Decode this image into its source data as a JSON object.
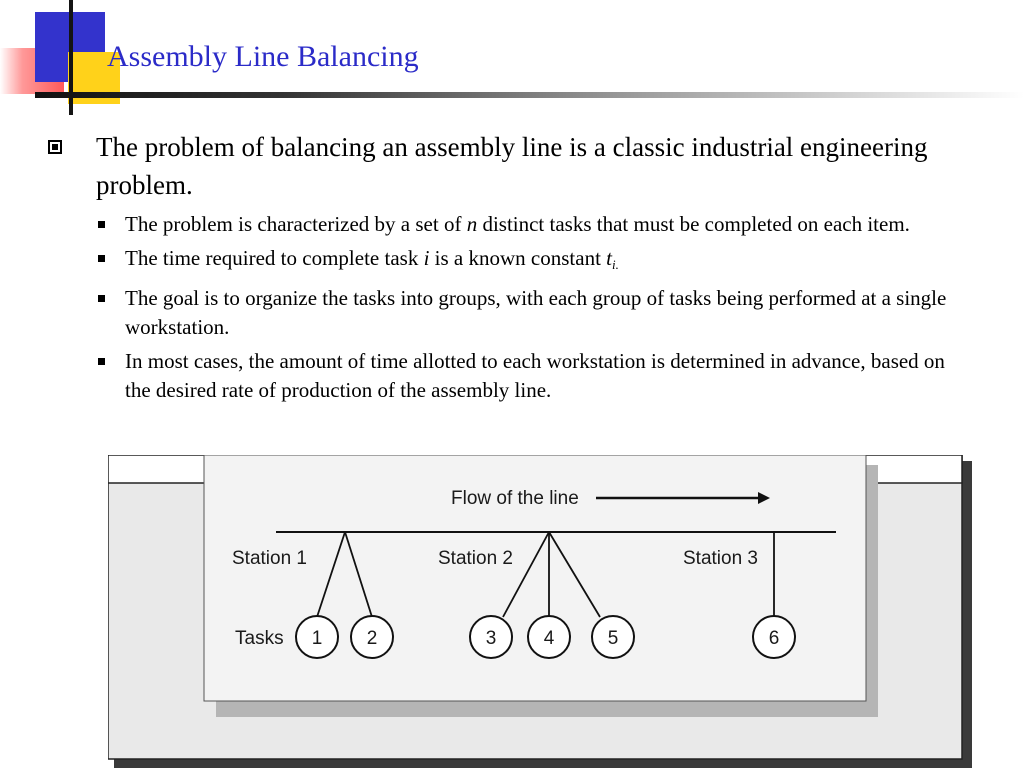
{
  "slide": {
    "title": "Assembly Line Balancing",
    "main_bullet": "The problem of balancing an assembly line is a classic industrial engineering problem.",
    "sub_bullets": [
      {
        "before": "The problem is characterized by a set of ",
        "italic": "n",
        "after": " distinct tasks that must be completed on each item."
      },
      {
        "before": "The time required to complete task ",
        "italic": "i",
        "after": " is a known constant ",
        "italic2": "t",
        "subscript": "i."
      },
      {
        "text": "The goal is to organize the tasks into groups, with each group of tasks being performed at a single workstation."
      },
      {
        "text": "In most cases, the amount of time allotted to each workstation is determined in advance, based on the desired rate of production of the assembly line."
      }
    ]
  },
  "diagram": {
    "flow_label": "Flow of the line",
    "tasks_label": "Tasks",
    "stations": [
      {
        "label": "Station 1",
        "tasks": [
          "1",
          "2"
        ]
      },
      {
        "label": "Station 2",
        "tasks": [
          "3",
          "4",
          "5"
        ]
      },
      {
        "label": "Station 3",
        "tasks": [
          "6"
        ]
      }
    ]
  },
  "colors": {
    "title": "#2b2bc8",
    "deco_blue": "#3333cc",
    "deco_yellow": "#ffd21a",
    "deco_red": "#ff5a5a"
  }
}
